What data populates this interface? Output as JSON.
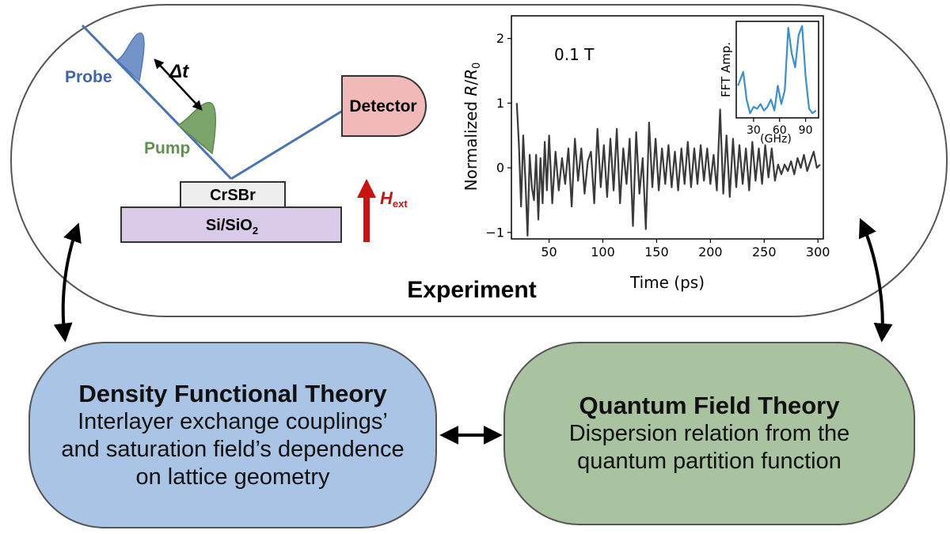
{
  "experiment": {
    "label": "Experiment",
    "setup": {
      "probe_label": "Probe",
      "pump_label": "Pump",
      "delay_label": "Δt",
      "detector_label": "Detector",
      "sample_label": "CrSBr",
      "substrate_label_main": "Si/SiO",
      "substrate_label_sub": "2",
      "field_label_main": "H",
      "field_label_sub": "ext"
    },
    "plot": {
      "annotation": "0.1 T",
      "xlabel": "Time (ps)",
      "ylabel_prefix": "Normalized ",
      "ylabel_R": "R",
      "ylabel_slash": "/",
      "ylabel_R0": "R",
      "ylabel_sub": "0",
      "inset_ylabel": "FFT Amp.",
      "inset_xlabel": "(GHz)"
    }
  },
  "chart_data": [
    {
      "type": "line",
      "title": "",
      "annotation": "0.1 T",
      "xlabel": "Time (ps)",
      "ylabel": "Normalized R/R0",
      "xlim": [
        15,
        305
      ],
      "ylim": [
        -1.1,
        2.35
      ],
      "xticks": [
        50,
        100,
        150,
        200,
        250,
        300
      ],
      "yticks": [
        -1,
        0,
        1,
        2
      ],
      "grid": false,
      "series": [
        {
          "color": "#3a3a3a",
          "x": [
            20,
            22,
            24,
            26,
            28,
            30,
            32,
            34,
            36,
            38,
            40,
            42,
            44,
            46,
            48,
            50,
            53,
            56,
            59,
            62,
            65,
            68,
            71,
            74,
            77,
            80,
            83,
            86,
            89,
            92,
            95,
            98,
            101,
            104,
            107,
            110,
            113,
            116,
            119,
            122,
            125,
            128,
            131,
            134,
            137,
            140,
            143,
            146,
            149,
            152,
            155,
            158,
            161,
            164,
            167,
            170,
            173,
            176,
            179,
            182,
            185,
            188,
            191,
            194,
            197,
            200,
            203,
            206,
            209,
            212,
            215,
            218,
            221,
            224,
            227,
            230,
            233,
            236,
            239,
            242,
            245,
            248,
            251,
            254,
            257,
            260,
            263,
            266,
            269,
            272,
            275,
            278,
            281,
            284,
            287,
            290,
            293,
            296,
            299,
            302
          ],
          "values": [
            1.0,
            0.35,
            -0.6,
            0.5,
            -0.2,
            -1.05,
            0.2,
            -0.3,
            -0.5,
            0.2,
            -0.8,
            0.15,
            -0.55,
            0.4,
            -0.35,
            0.5,
            -0.55,
            0.25,
            -0.35,
            0.15,
            -0.25,
            0.3,
            -0.6,
            0.45,
            -0.2,
            0.3,
            -0.4,
            0.1,
            0.25,
            -0.55,
            0.6,
            -0.3,
            0.35,
            -0.45,
            0.45,
            -0.35,
            0.6,
            -0.55,
            0.3,
            -0.25,
            0.45,
            -0.9,
            0.55,
            -0.4,
            0.15,
            -0.95,
            0.7,
            -0.3,
            0.45,
            -0.35,
            0.3,
            -0.25,
            0.35,
            -0.3,
            0.25,
            -0.35,
            0.3,
            -0.25,
            0.4,
            -0.3,
            0.3,
            -0.25,
            0.35,
            -0.2,
            0.3,
            -0.25,
            0.2,
            -0.35,
            0.9,
            -0.4,
            0.5,
            -0.45,
            0.45,
            -0.3,
            0.35,
            -0.25,
            0.3,
            -0.35,
            0.4,
            -0.2,
            0.3,
            -0.25,
            0.35,
            -0.15,
            0.3,
            -0.2,
            0.05,
            -0.1,
            0.05,
            -0.05,
            0.1,
            -0.1,
            0.15,
            0.0,
            0.2,
            -0.05,
            0.1,
            0.25,
            0.0,
            0.05
          ]
        }
      ]
    },
    {
      "type": "line",
      "title": "",
      "xlabel": "(GHz)",
      "ylabel": "FFT Amp.",
      "xlim": [
        10,
        105
      ],
      "xticks": [
        30,
        60,
        90
      ],
      "ylim": [
        0,
        1.05
      ],
      "grid": false,
      "series": [
        {
          "color": "#3a8fd0",
          "x": [
            12,
            18,
            22,
            26,
            30,
            34,
            38,
            42,
            46,
            50,
            54,
            58,
            62,
            66,
            70,
            74,
            78,
            82,
            86,
            90,
            94,
            98,
            102
          ],
          "values": [
            0.35,
            0.5,
            0.2,
            0.05,
            0.12,
            0.1,
            0.15,
            0.08,
            0.12,
            0.2,
            0.08,
            0.35,
            0.15,
            0.3,
            0.98,
            0.7,
            0.55,
            0.9,
            1.0,
            0.45,
            0.1,
            0.05,
            0.08
          ]
        }
      ]
    }
  ],
  "dft": {
    "title": "Density Functional Theory",
    "line1": "Interlayer exchange couplings’",
    "line2": "and saturation field’s dependence",
    "line3": "on lattice geometry"
  },
  "qft": {
    "title": "Quantum Field Theory",
    "line1": "Dispersion relation from the",
    "line2": "quantum partition function"
  }
}
